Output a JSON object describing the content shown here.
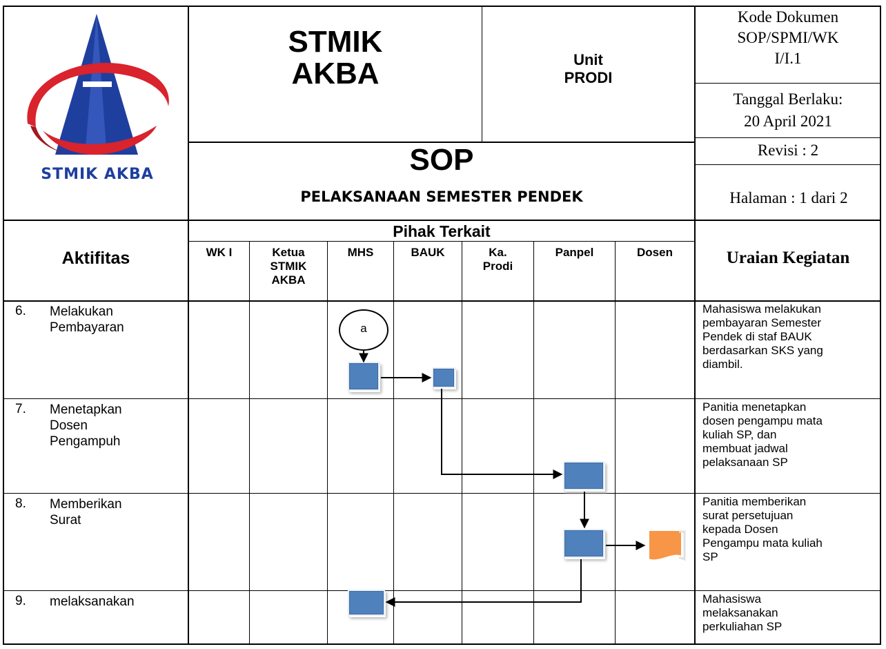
{
  "header": {
    "logo_text": "STMIK AKBA",
    "institution_line1": "STMIK",
    "institution_line2": "AKBA",
    "unit_line1": "Unit",
    "unit_line2": "PRODI",
    "kode_line1": "Kode Dokumen",
    "kode_line2": "SOP/SPMI/WK",
    "kode_line3": "I/I.1",
    "tanggal_line1": "Tanggal Berlaku:",
    "tanggal_line2": "20 April 2021",
    "revisi": "Revisi : 2",
    "doc_type": "SOP",
    "doc_subtitle": "PELAKSANAAN SEMESTER PENDEK",
    "halaman": "Halaman : 1 dari 2"
  },
  "table": {
    "col_activity": "Aktifitas",
    "col_group": "Pihak Terkait",
    "col_description": "Uraian Kegiatan",
    "parties": [
      {
        "line1": "WK I",
        "line2": "",
        "line3": ""
      },
      {
        "line1": "Ketua",
        "line2": "STMIK",
        "line3": "AKBA"
      },
      {
        "line1": "MHS",
        "line2": "",
        "line3": ""
      },
      {
        "line1": "BAUK",
        "line2": "",
        "line3": ""
      },
      {
        "line1": "Ka.",
        "line2": "Prodi",
        "line3": ""
      },
      {
        "line1": "Panpel",
        "line2": "",
        "line3": ""
      },
      {
        "line1": "Dosen",
        "line2": "",
        "line3": ""
      }
    ],
    "rows": [
      {
        "no": "6.",
        "activity": [
          "Melakukan",
          "Pembayaran"
        ],
        "desc": [
          "Mahasiswa melakukan",
          "pembayaran Semester",
          "Pendek di staf BAUK",
          "berdasarkan SKS yang",
          "diambil."
        ]
      },
      {
        "no": "7.",
        "activity": [
          "Menetapkan",
          "Dosen",
          "Pengampuh"
        ],
        "desc": [
          "Panitia menetapkan",
          "dosen pengampu mata",
          "kuliah SP, dan",
          "membuat jadwal",
          "pelaksanaan SP"
        ]
      },
      {
        "no": "8.",
        "activity": [
          "Memberikan",
          "Surat"
        ],
        "desc": [
          "Panitia memberikan",
          "surat persetujuan",
          "kepada Dosen",
          "Pengampu mata kuliah",
          "SP"
        ]
      },
      {
        "no": "9.",
        "activity": [
          "melaksanakan"
        ],
        "desc": [
          "Mahasiswa",
          "melaksanakan",
          "perkuliahan SP"
        ]
      }
    ]
  },
  "flow": {
    "connector_label": "a"
  },
  "colors": {
    "process_fill": "#4f81bd",
    "document_fill": "#f79646",
    "logo_blue": "#1f3f9f",
    "logo_red": "#d9232d"
  }
}
